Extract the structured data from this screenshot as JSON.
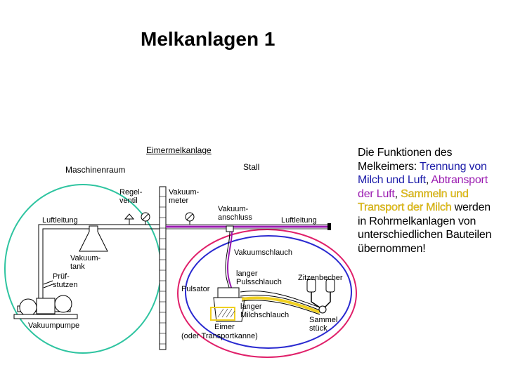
{
  "title": "Melkanlagen 1",
  "description": {
    "line1": "Die Funktionen des Melkeimers:",
    "blue": "Trennung von Milch und Luft",
    "sep1": ", ",
    "purple": "Abtransport der Luft",
    "sep2": ", ",
    "yellow": "Sammeln und Transport der Milch",
    "rest": " werden in Rohrmelkanlagen von unterschiedlichen Bauteilen übernommen!"
  },
  "diagram": {
    "heading": "Eimermelkanlage",
    "maschinenraum": "Maschinenraum",
    "stall": "Stall",
    "regelventil_1": "Regel-",
    "regelventil_2": "ventil",
    "vakuummeter_1": "Vakuum-",
    "vakuummeter_2": "meter",
    "vakuumanschluss_1": "Vakuum-",
    "vakuumanschluss_2": "anschluss",
    "luftleitung_left": "Luftleitung",
    "luftleitung_right": "Luftleitung",
    "vakuumtank_1": "Vakuum-",
    "vakuumtank_2": "tank",
    "pruefstutzen_1": "Prüf-",
    "pruefstutzen_2": "stutzen",
    "vakuumpumpe": "Vakuumpumpe",
    "vakuumschlauch": "Vakuumschlauch",
    "pulsschlauch_1": "langer",
    "pulsschlauch_2": "Pulsschlauch",
    "pulsator": "Pulsator",
    "milchschlauch_1": "langer",
    "milchschlauch_2": "Milchschlauch",
    "zitzenbecher": "Zitzenbecher",
    "sammelstueck_1": "Sammel",
    "sammelstueck_2": "stück",
    "eimer": "Eimer",
    "transportkanne": "(oder Transportkanne)"
  },
  "colors": {
    "teal": "#2ec4a0",
    "red": "#e0206a",
    "blue": "#2a2ad0",
    "purple": "#9a1ab0",
    "yellow": "#f0d020"
  }
}
